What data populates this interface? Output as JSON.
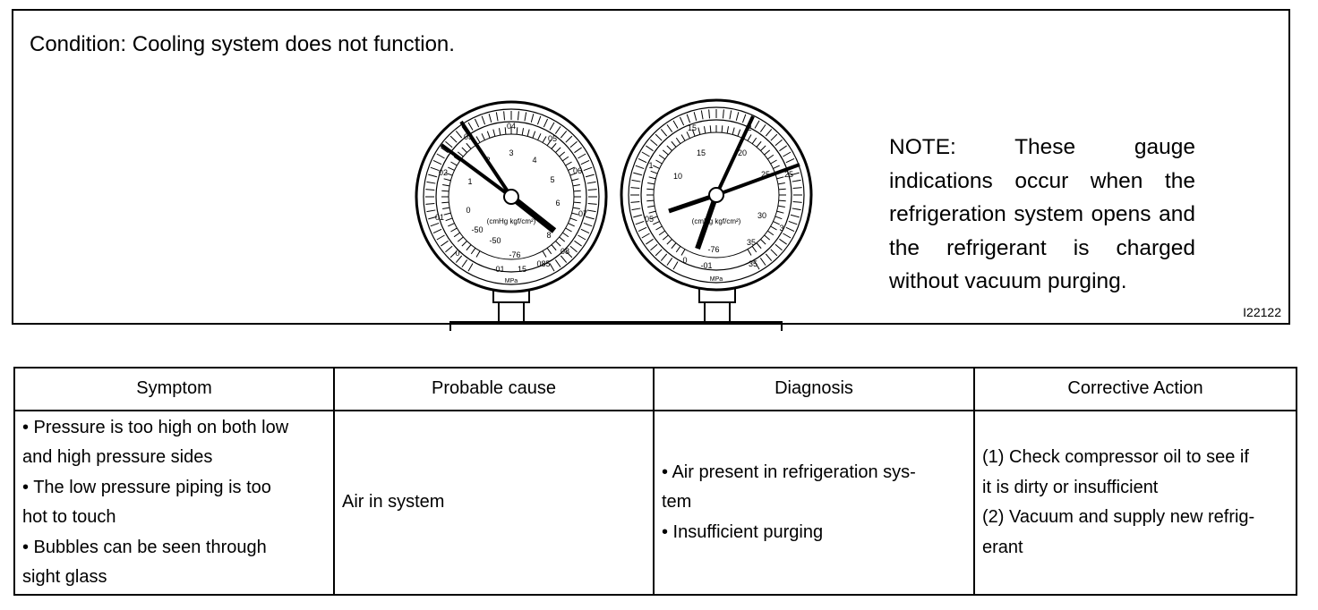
{
  "figure": {
    "condition": "Condition: Cooling system does not function.",
    "note": "NOTE: These gauge indications occur when the refrigeration system opens and the refrigerant is charged without vacuum purging.",
    "code": "I22122",
    "low_gauge": {
      "outer_ticks": [
        "0",
        "01",
        "02",
        "03",
        "04",
        "05",
        "06",
        "07",
        "08",
        "085"
      ],
      "inner_ticks": [
        "-50",
        "0",
        "1",
        "2",
        "3",
        "4",
        "5",
        "6",
        "7",
        "8"
      ],
      "bottom_labels": [
        "-76",
        "-01",
        "15"
      ],
      "units": "(cmHg  kgf/cm²)",
      "mpa": "MPa"
    },
    "high_gauge": {
      "outer_ticks": [
        "0",
        "05",
        "1",
        "15",
        "2",
        "25",
        "3",
        "35"
      ],
      "inner_ticks": [
        "5",
        "10",
        "15",
        "20",
        "25",
        "30",
        "35"
      ],
      "bottom_labels": [
        "-76",
        "-01"
      ],
      "units": "(cmHg  kgf/cm²)",
      "mpa": "MPa"
    }
  },
  "table": {
    "headers": [
      "Symptom",
      "Probable cause",
      "Diagnosis",
      "Corrective Action"
    ],
    "symptom_lines": [
      "• Pressure is too high on both low",
      "and high pressure sides",
      "• The low pressure piping is too",
      "hot to touch",
      "• Bubbles can be seen through",
      "sight glass"
    ],
    "cause": "Air in system",
    "diagnosis_lines": [
      "• Air present in refrigeration sys-",
      "tem",
      "• Insufficient purging"
    ],
    "action_lines": [
      "(1) Check compressor oil to see if",
      "it is dirty or insufficient",
      "(2) Vacuum and supply new refrig-",
      "erant"
    ]
  },
  "colors": {
    "ink": "#000000",
    "paper": "#ffffff"
  }
}
